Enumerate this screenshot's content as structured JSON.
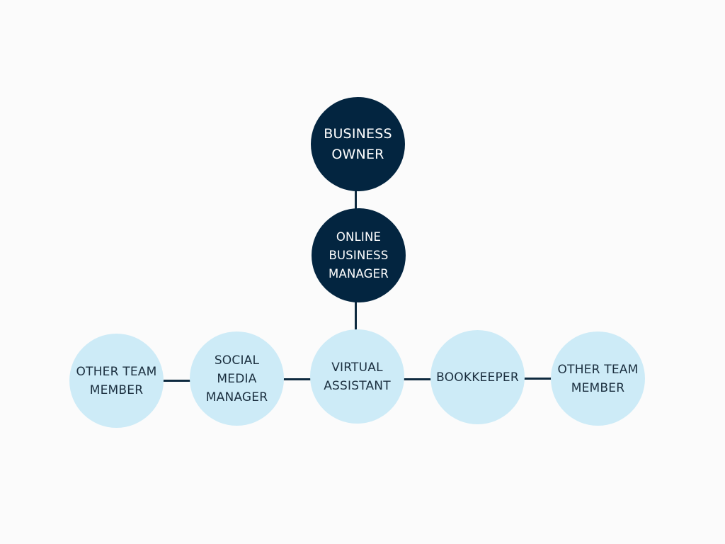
{
  "colors": {
    "background": "#fbfbfb",
    "dark_node": "#032540",
    "light_node": "#cdebf7",
    "connector": "#0e2a3f",
    "dark_text": "#ffffff",
    "light_text": "#1b2f3f"
  },
  "chart": {
    "nodes": [
      {
        "id": "business-owner",
        "label": "BUSINESS\nOWNER",
        "style": "dark"
      },
      {
        "id": "online-business-manager",
        "label": "ONLINE\nBUSINESS\nMANAGER",
        "style": "dark"
      },
      {
        "id": "virtual-assistant",
        "label": "VIRTUAL\nASSISTANT",
        "style": "light"
      },
      {
        "id": "social-media-manager",
        "label": "SOCIAL\nMEDIA\nMANAGER",
        "style": "light"
      },
      {
        "id": "other-team-member-left",
        "label": "OTHER TEAM\nMEMBER",
        "style": "light"
      },
      {
        "id": "bookkeeper",
        "label": "BOOKKEEPER",
        "style": "light"
      },
      {
        "id": "other-team-member-right",
        "label": "OTHER TEAM\nMEMBER",
        "style": "light"
      }
    ],
    "edges": [
      {
        "from": "business-owner",
        "to": "online-business-manager"
      },
      {
        "from": "online-business-manager",
        "to": "virtual-assistant"
      },
      {
        "from": "virtual-assistant",
        "to": "social-media-manager"
      },
      {
        "from": "social-media-manager",
        "to": "other-team-member-left"
      },
      {
        "from": "virtual-assistant",
        "to": "bookkeeper"
      },
      {
        "from": "bookkeeper",
        "to": "other-team-member-right"
      }
    ]
  }
}
